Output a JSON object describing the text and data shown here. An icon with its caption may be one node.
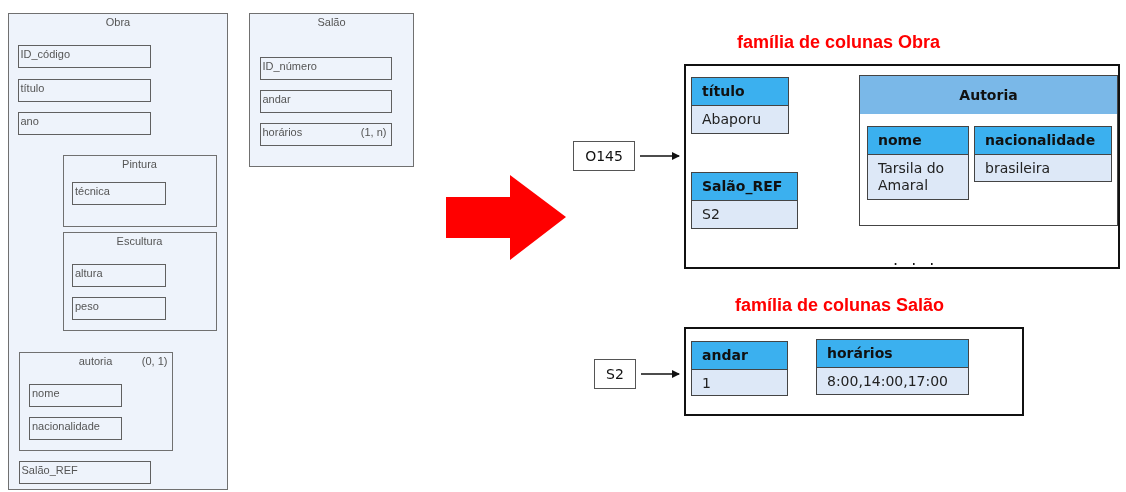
{
  "diagram": {
    "nodes": [
      {
        "text": [
          "Obra"
        ]
      },
      {
        "text": [
          "ID_código"
        ],
        "in": 0
      },
      {
        "text": [
          "título"
        ],
        "in": 0
      },
      {
        "text": [
          "ano"
        ],
        "in": 0
      },
      {
        "text": [
          "Pintura"
        ],
        "in": 0
      },
      {
        "text": [
          "técnica"
        ],
        "in": 4
      },
      {
        "text": [
          "Escultura"
        ],
        "in": 0
      },
      {
        "text": [
          "altura"
        ],
        "in": 6
      },
      {
        "text": [
          "peso"
        ],
        "in": 6
      },
      {
        "text": [
          "autoria",
          "(0, 1)"
        ],
        "in": 0
      },
      {
        "text": [
          "nome"
        ],
        "in": 9
      },
      {
        "text": [
          "nacionalidade"
        ],
        "in": 9
      },
      {
        "text": [
          "Salão_REF"
        ],
        "in": 0
      },
      {
        "text": [
          "Salão"
        ]
      },
      {
        "text": [
          "ID_número"
        ],
        "in": 13
      },
      {
        "text": [
          "andar"
        ],
        "in": 13
      },
      {
        "text": [
          "horários",
          "(1, n)"
        ],
        "in": 13
      },
      {
        "text": [
          "O145"
        ]
      },
      {
        "text": [
          "família de colunas Obra"
        ]
      },
      {
        "text": [
          "título",
          "Abaporu"
        ],
        "in": 18
      },
      {
        "text": [
          "Salão_REF",
          "S2"
        ],
        "in": 18
      },
      {
        "text": [
          "Autoria"
        ],
        "in": 18
      },
      {
        "text": [
          "nome",
          "Tarsila do Amaral"
        ],
        "in": 21
      },
      {
        "text": [
          "nacionalidade",
          "brasileira"
        ],
        "in": 21
      },
      {
        "text": [
          "S2"
        ]
      },
      {
        "text": [
          "família de colunas Salão"
        ]
      },
      {
        "text": [
          "andar",
          "1"
        ],
        "in": 25
      },
      {
        "text": [
          "horários",
          "8:00,14:00,17:00"
        ],
        "in": 25
      }
    ],
    "edges": [
      {
        "from": 17,
        "to": 18,
        "arrow": "to"
      },
      {
        "from": 24,
        "to": 25,
        "arrow": "to"
      }
    ],
    "labels": [
      ". . ."
    ]
  }
}
